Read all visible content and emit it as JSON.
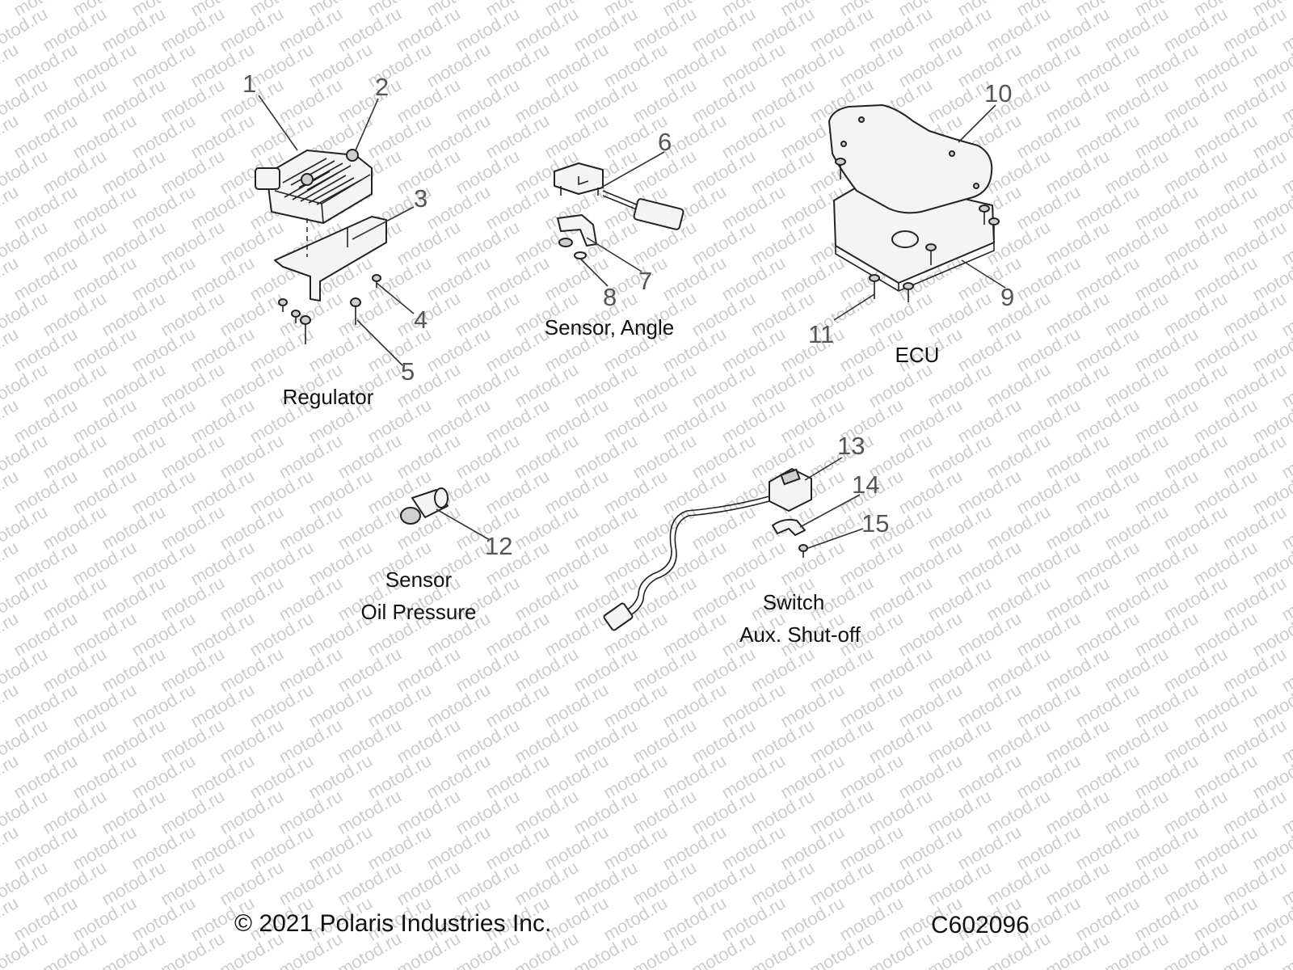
{
  "watermark": "motod.ru",
  "groups": {
    "regulator": "Regulator",
    "sensor_angle": "Sensor, Angle",
    "ecu": "ECU",
    "sensor_oil_1": "Sensor",
    "sensor_oil_2": "Oil Pressure",
    "switch_1": "Switch",
    "switch_2": "Aux. Shut-off"
  },
  "callouts": [
    "1",
    "2",
    "3",
    "4",
    "5",
    "6",
    "7",
    "8",
    "9",
    "10",
    "11",
    "12",
    "13",
    "14",
    "15"
  ],
  "footer": {
    "copyright": "© 2021 Polaris Industries Inc.",
    "code": "C602096"
  },
  "colors": {
    "line": "#222222",
    "callout": "#555555",
    "watermark": "#999999"
  }
}
